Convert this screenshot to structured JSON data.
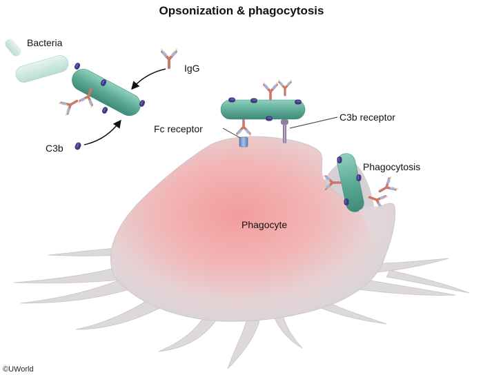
{
  "title": "Opsonization & phagocytosis",
  "labels": {
    "bacteria": "Bacteria",
    "igg": "IgG",
    "c3b": "C3b",
    "fc_receptor": "Fc receptor",
    "c3b_receptor": "C3b receptor",
    "phagocytosis": "Phagocytosis",
    "phagocyte": "Phagocyte"
  },
  "copyright": "©UWorld",
  "colors": {
    "bacteria": "#5fae9a",
    "bacteria_pale": "#cfe7df",
    "antibody": "#d08a78",
    "c3b": "#3d3880",
    "cell_core": "#f0a6a6",
    "cell_edge": "#d9d4d7"
  }
}
